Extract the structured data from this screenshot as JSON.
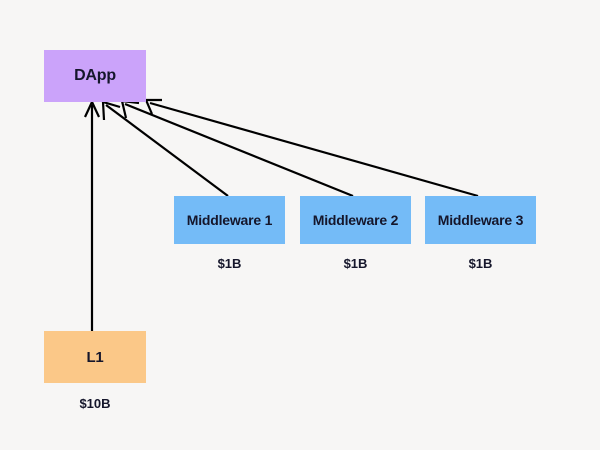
{
  "diagram": {
    "type": "flow-diagram",
    "background_color": "#f7f6f5",
    "text_color": "#15162b",
    "stroke_color": "#000000",
    "nodes": [
      {
        "id": "dapp",
        "label": "DApp",
        "color": "#cba3fa",
        "role": "application"
      },
      {
        "id": "middleware-1",
        "label": "Middleware 1",
        "color": "#74bbf7",
        "role": "middleware",
        "cost": "$1B"
      },
      {
        "id": "middleware-2",
        "label": "Middleware 2",
        "color": "#74bbf7",
        "role": "middleware",
        "cost": "$1B"
      },
      {
        "id": "middleware-3",
        "label": "Middleware 3",
        "color": "#74bbf7",
        "role": "middleware",
        "cost": "$1B"
      },
      {
        "id": "l1",
        "label": "L1",
        "color": "#fbc888",
        "role": "base-layer",
        "cost": "$10B"
      }
    ],
    "edges": [
      {
        "from": "l1",
        "to": "dapp"
      },
      {
        "from": "middleware-1",
        "to": "dapp"
      },
      {
        "from": "middleware-2",
        "to": "dapp"
      },
      {
        "from": "middleware-3",
        "to": "dapp"
      }
    ]
  }
}
